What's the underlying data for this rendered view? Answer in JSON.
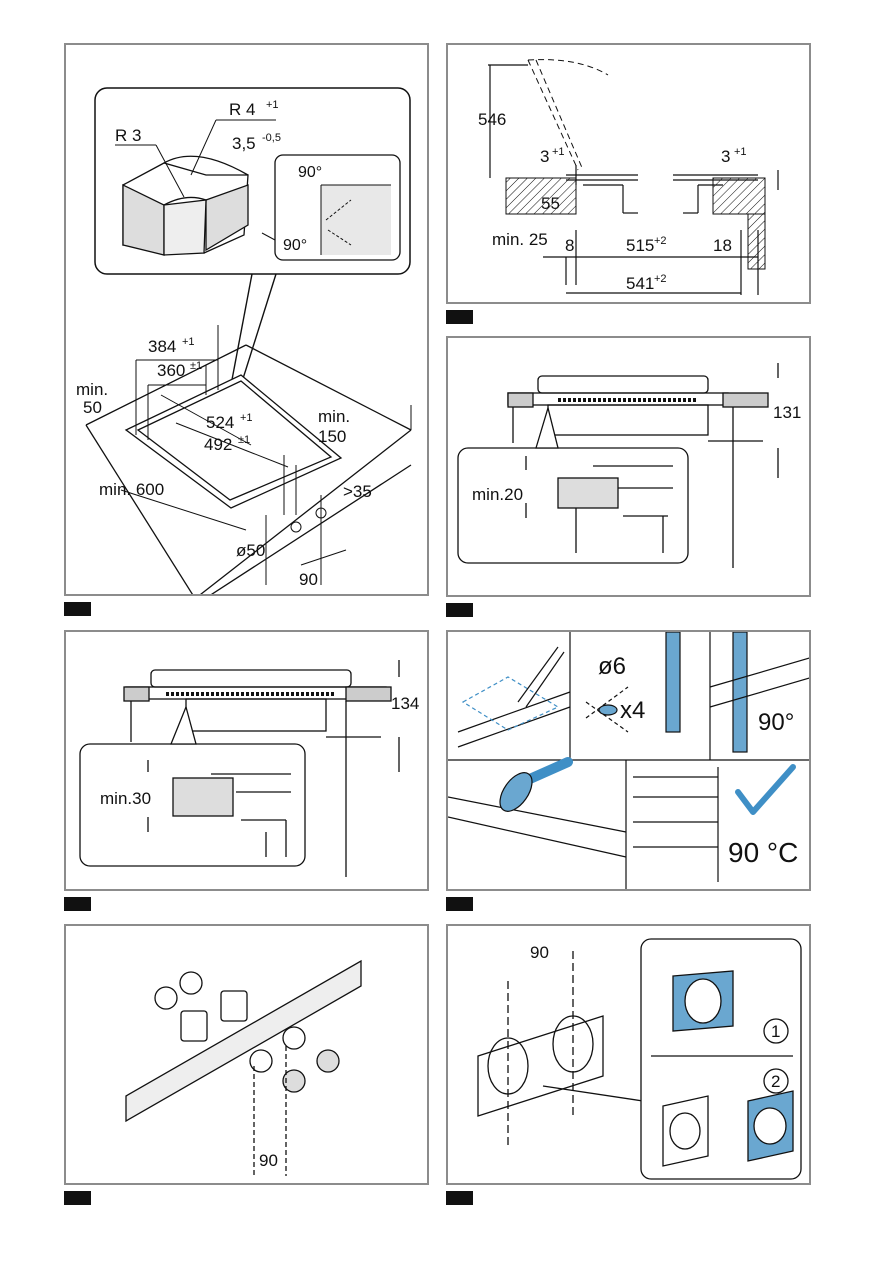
{
  "panel1": {
    "r4": "R 4",
    "r4_tol": "+1",
    "r3": "R 3",
    "depth": "3,5",
    "depth_tol": "-0,5",
    "angle_top": "90°",
    "angle_bottom": "90°",
    "d384": "384",
    "d384_tol": "+1",
    "d360": "360",
    "d360_tol": "±1",
    "d524": "524",
    "d524_tol": "+1",
    "d492": "492",
    "d492_tol": "±1",
    "min50_a": "min.",
    "min50_b": "50",
    "min150_a": "min.",
    "min150_b": "150",
    "min600": "min. 600",
    "gt35": ">35",
    "dia50": "ø50",
    "d90": "90"
  },
  "panel2": {
    "h546": "546",
    "gap3": "3",
    "gap3_tol": "+1",
    "gap3r": "3",
    "gap3r_tol": "+1",
    "d55": "55",
    "min25": "min. 25",
    "d8": "8",
    "d515": "515",
    "d515_tol": "+2",
    "d18": "18",
    "d541": "541",
    "d541_tol": "+2"
  },
  "panel3": {
    "h131": "131",
    "min20": "min.20"
  },
  "panel4": {
    "h134": "134",
    "min30": "min.30"
  },
  "panel5": {
    "dia6": "ø6",
    "x4": "x4",
    "angle": "90°",
    "temp": "90 °C"
  },
  "panel7": {
    "d90": "90"
  },
  "panel8": {
    "d90": "90",
    "step1": "1",
    "step2": "2"
  },
  "colors": {
    "border": "#8c8c8c",
    "blue": "#6aa7d0",
    "check": "#3f8fc6"
  }
}
